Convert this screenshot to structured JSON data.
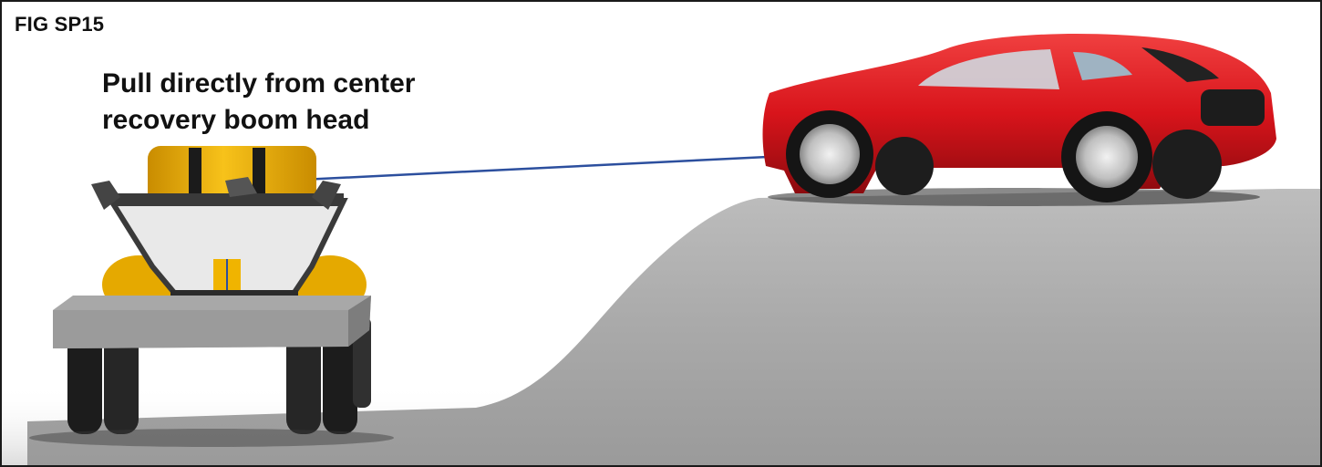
{
  "figure": {
    "label": "FIG SP15",
    "caption_lines": [
      "Pull directly from center",
      "recovery boom head"
    ]
  },
  "colors": {
    "truck_body": "#f2b705",
    "car_body": "#d8141b",
    "cable": "#2c4f9e",
    "platform": "#a8a8a8",
    "slope": "#a6a6a6",
    "frame_border": "#1a1a1a"
  }
}
